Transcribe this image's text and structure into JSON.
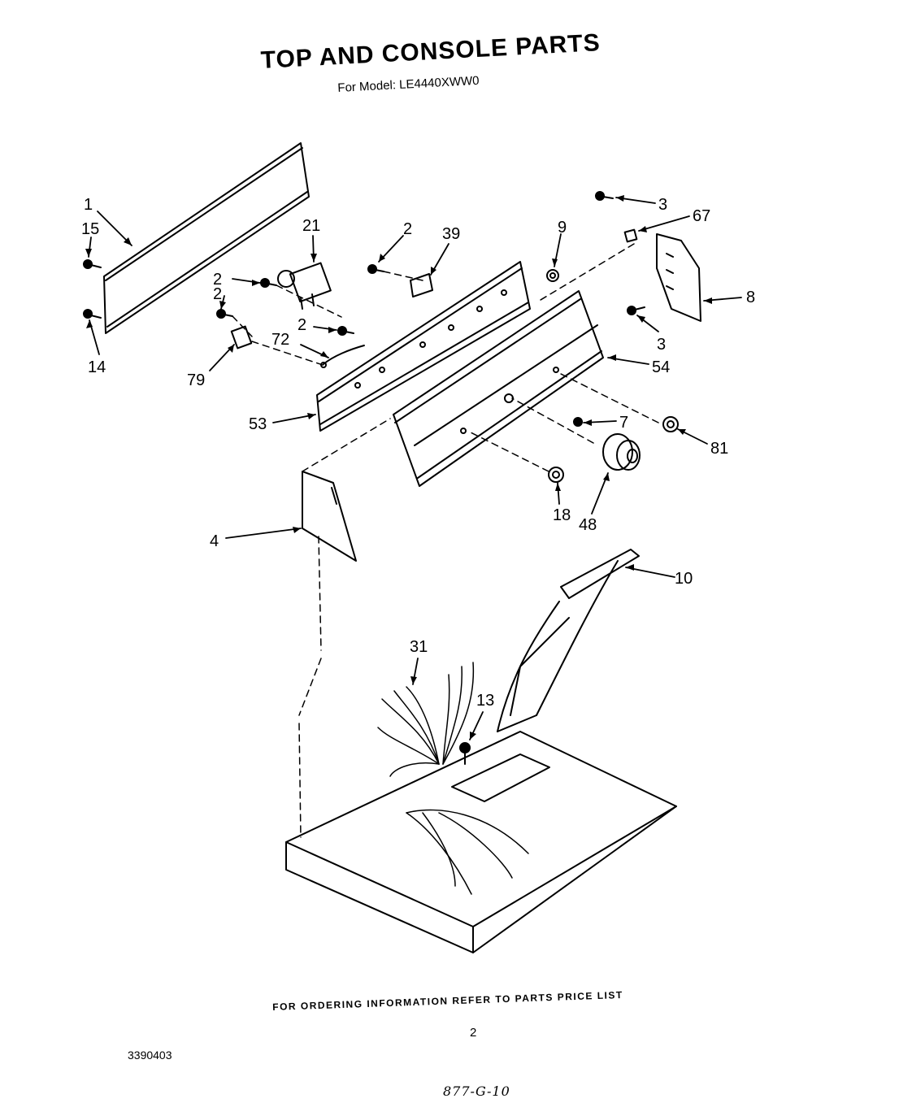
{
  "header": {
    "title": "TOP AND CONSOLE PARTS",
    "subtitle": "For Model: LE4440XWW0"
  },
  "footer": {
    "ordering_note": "FOR ORDERING INFORMATION REFER TO PARTS PRICE LIST",
    "page_number": "2",
    "document_number": "3390403",
    "handwritten_code": "877-G-10"
  },
  "callouts": [
    {
      "id": "c1",
      "label": "1"
    },
    {
      "id": "c15",
      "label": "15"
    },
    {
      "id": "c14",
      "label": "14"
    },
    {
      "id": "c21",
      "label": "21"
    },
    {
      "id": "c2a",
      "label": "2"
    },
    {
      "id": "c2b",
      "label": "2"
    },
    {
      "id": "c2c",
      "label": "2"
    },
    {
      "id": "c2d",
      "label": "2"
    },
    {
      "id": "c39",
      "label": "39"
    },
    {
      "id": "c9",
      "label": "9"
    },
    {
      "id": "c3a",
      "label": "3"
    },
    {
      "id": "c67",
      "label": "67"
    },
    {
      "id": "c8",
      "label": "8"
    },
    {
      "id": "c3b",
      "label": "3"
    },
    {
      "id": "c72",
      "label": "72"
    },
    {
      "id": "c79",
      "label": "79"
    },
    {
      "id": "c54",
      "label": "54"
    },
    {
      "id": "c53",
      "label": "53"
    },
    {
      "id": "c7",
      "label": "7"
    },
    {
      "id": "c81",
      "label": "81"
    },
    {
      "id": "c18",
      "label": "18"
    },
    {
      "id": "c48",
      "label": "48"
    },
    {
      "id": "c4",
      "label": "4"
    },
    {
      "id": "c10",
      "label": "10"
    },
    {
      "id": "c31",
      "label": "31"
    },
    {
      "id": "c13",
      "label": "13"
    }
  ]
}
